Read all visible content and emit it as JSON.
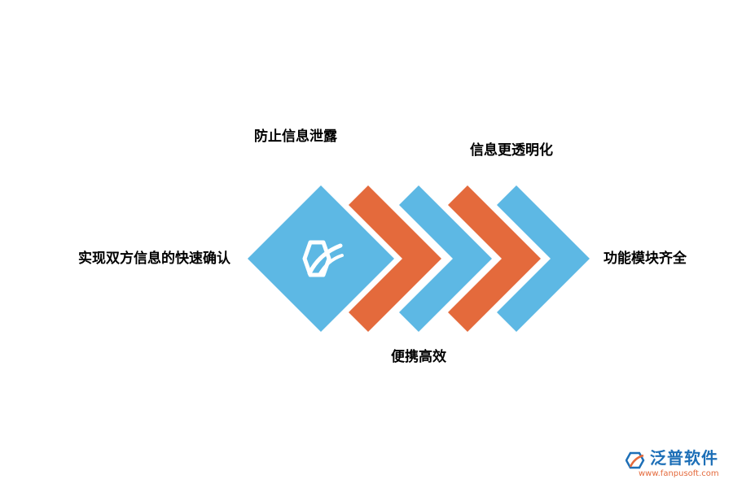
{
  "labels": {
    "left": "实现双方信息的快速确认",
    "top_left": "防止信息泄露",
    "top_right": "信息更透明化",
    "bottom": "便携高效",
    "right": "功能模块齐全"
  },
  "colors": {
    "blue": "#5DB8E4",
    "orange": "#E46A3C",
    "text": "#000000"
  },
  "watermark": {
    "name": "泛普软件",
    "url": "www.fanpusoft.com",
    "name_color": "#1D6FB7",
    "url_color": "#E46A3C"
  }
}
